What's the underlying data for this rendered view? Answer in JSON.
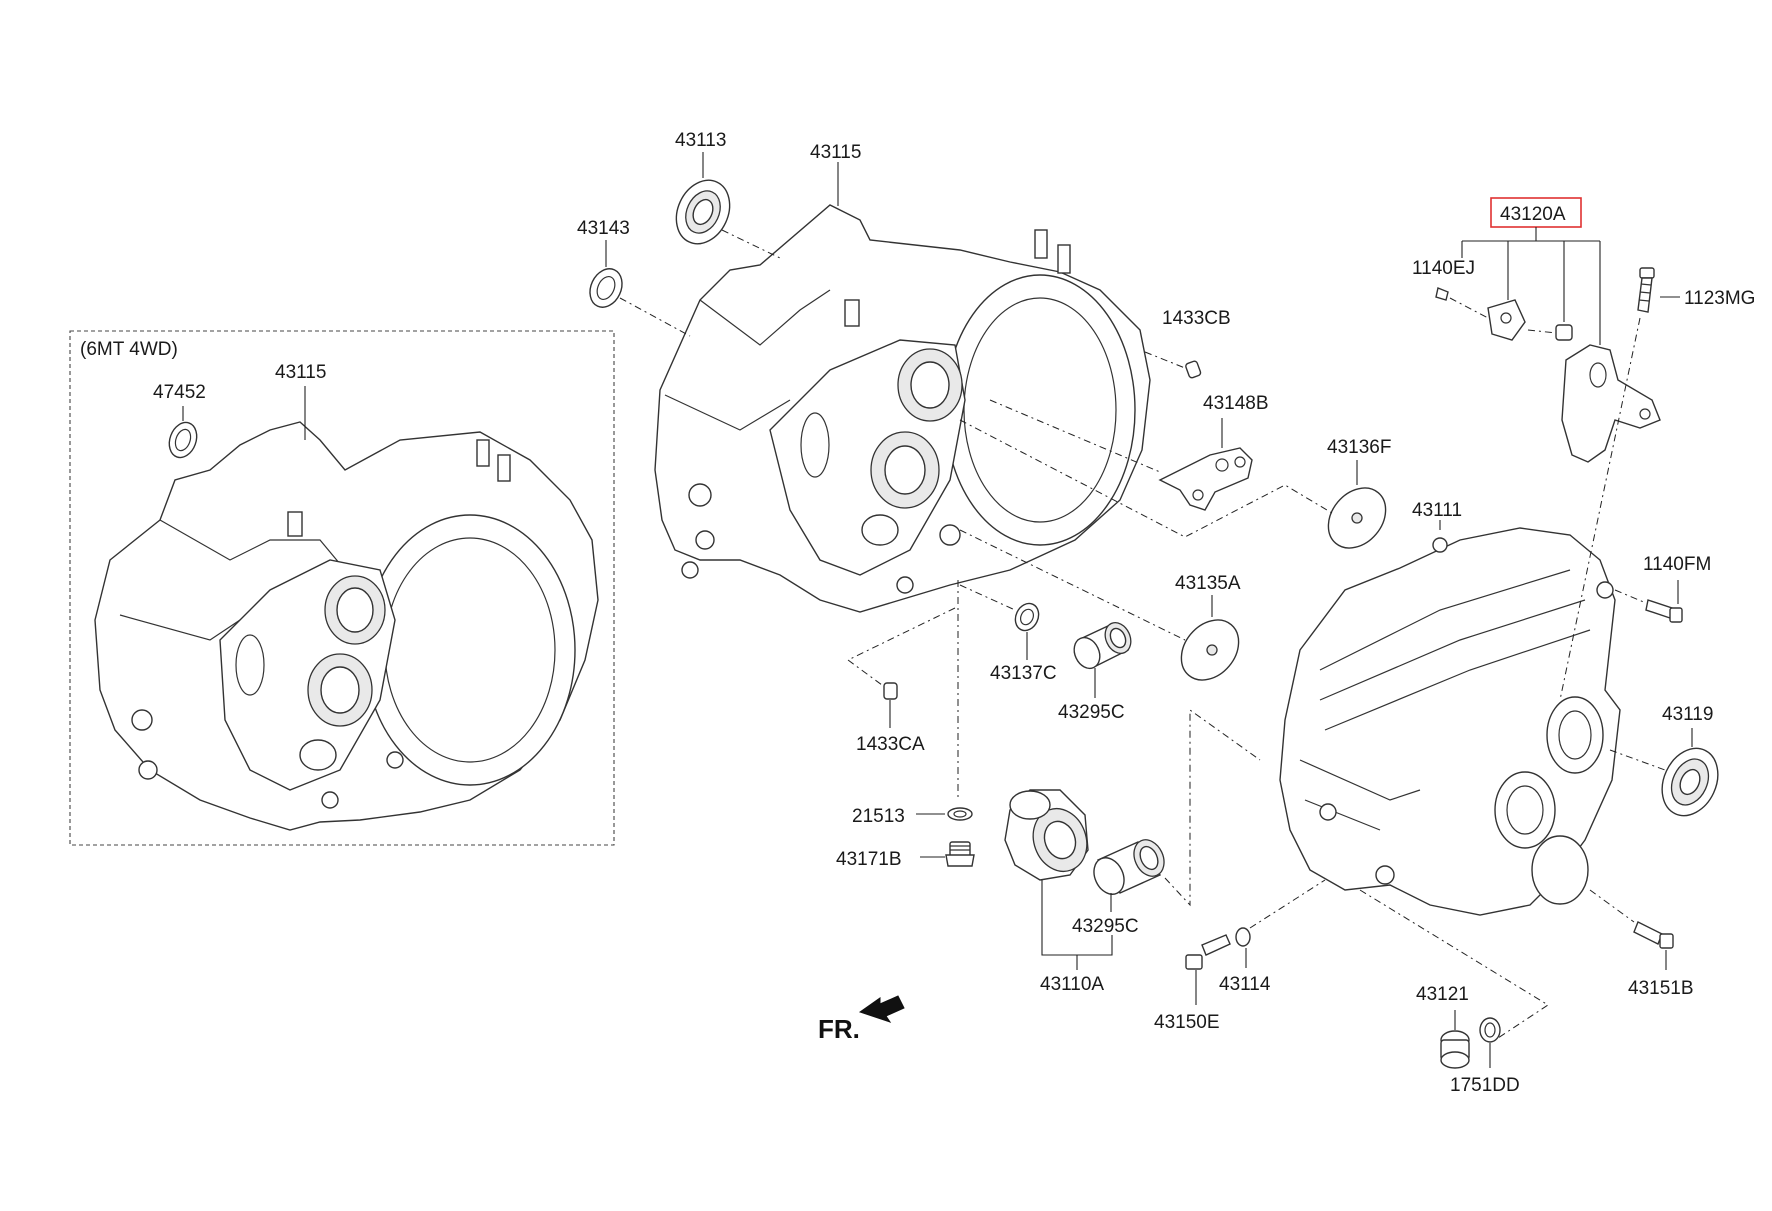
{
  "accent_color": "#e03131",
  "variant_box": {
    "title": "(6MT 4WD)"
  },
  "direction": {
    "label": "FR."
  },
  "labels": {
    "p43113": "43113",
    "p43115_main": "43115",
    "p43143": "43143",
    "p43120A": "43120A",
    "p1140EJ": "1140EJ",
    "p1123MG": "1123MG",
    "p1433CB": "1433CB",
    "p43148B": "43148B",
    "p43136F": "43136F",
    "p47452": "47452",
    "p43115_alt": "43115",
    "p43111": "43111",
    "p1140FM": "1140FM",
    "p43135A": "43135A",
    "p43137C": "43137C",
    "p43295C_upper": "43295C",
    "p1433CA": "1433CA",
    "p43119": "43119",
    "p21513": "21513",
    "p43171B": "43171B",
    "p43295C_lower": "43295C",
    "p43110A": "43110A",
    "p43114": "43114",
    "p43151B": "43151B",
    "p43121": "43121",
    "p43150E": "43150E",
    "p1751DD": "1751DD"
  }
}
